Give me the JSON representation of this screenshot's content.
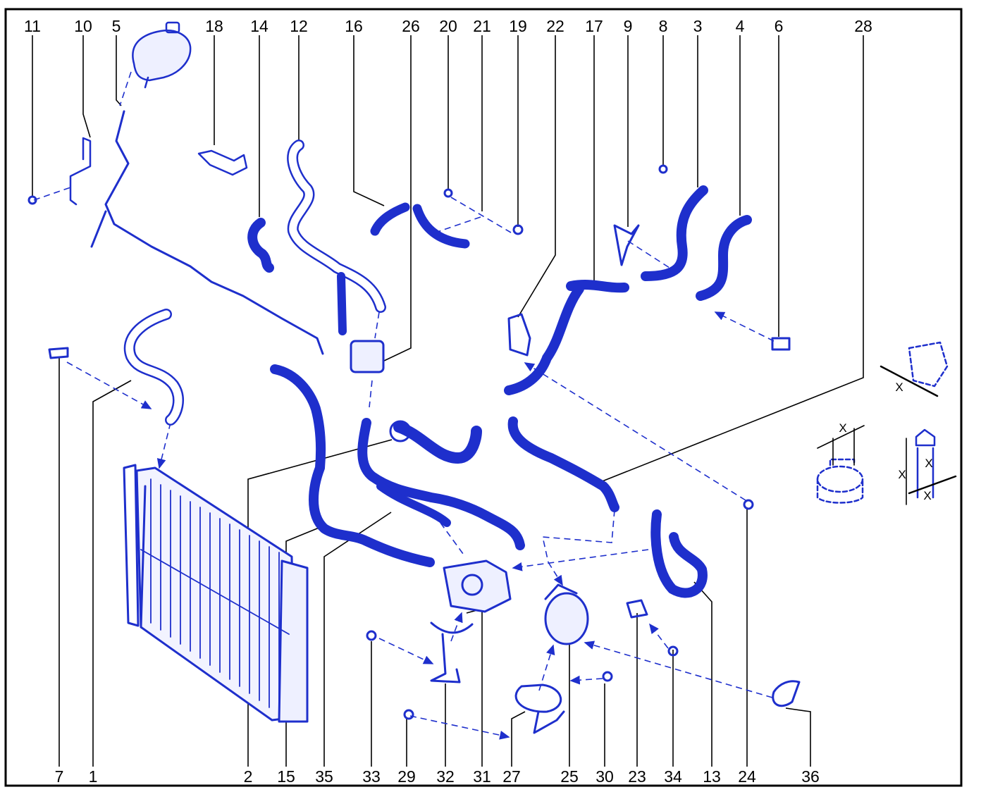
{
  "colors": {
    "parts": "#1e2fcc",
    "leader": "#000000",
    "frame": "#000000",
    "background": "#ffffff"
  },
  "labels": {
    "top": [
      "11",
      "10",
      "5",
      "18",
      "14",
      "12",
      "16",
      "26",
      "20",
      "21",
      "19",
      "22",
      "17",
      "9",
      "8",
      "3",
      "4",
      "6",
      "28"
    ],
    "bottom": [
      "7",
      "1",
      "2",
      "15",
      "35",
      "33",
      "29",
      "32",
      "31",
      "27",
      "25",
      "30",
      "23",
      "34",
      "13",
      "24",
      "36"
    ]
  },
  "detail_marks": [
    "X",
    "X",
    "X",
    "X",
    "X"
  ]
}
